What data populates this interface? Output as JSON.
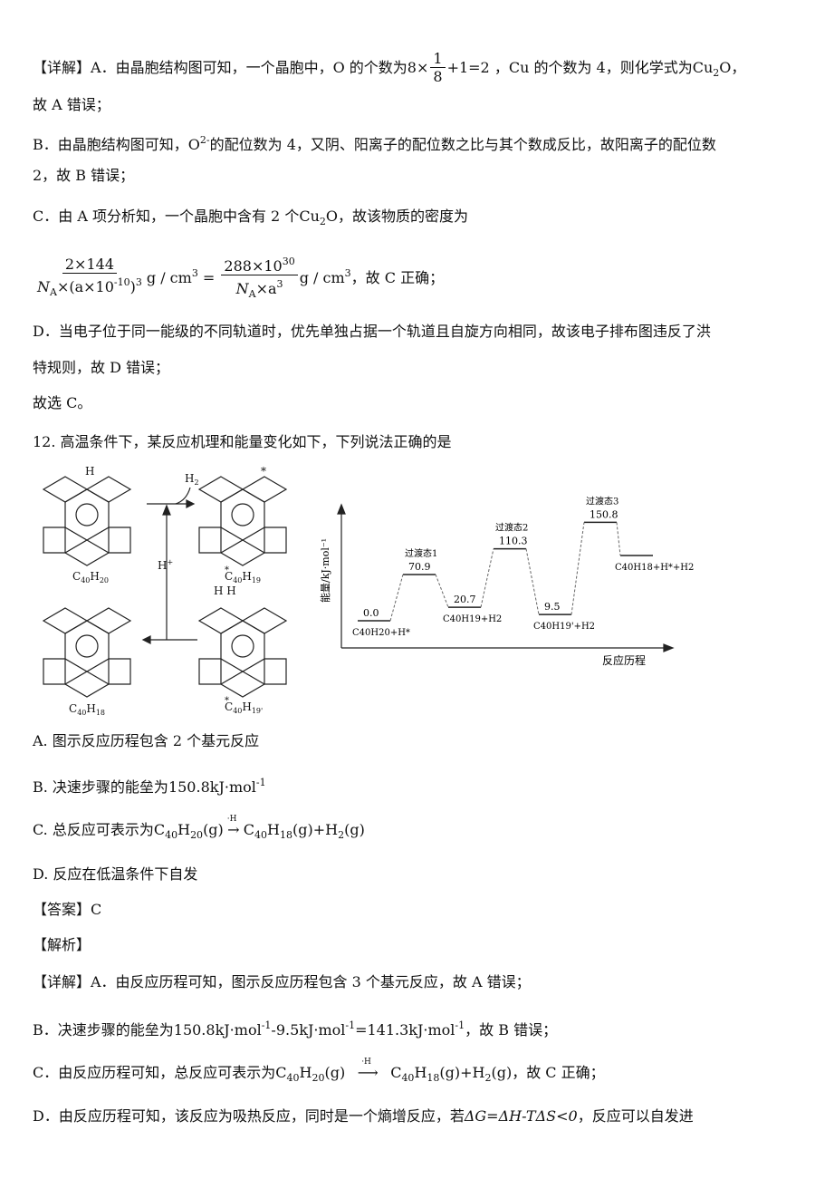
{
  "p1": {
    "tag": "【详解】",
    "a1": "A．由晶胞结构图可知，一个晶胞中，O 的个数为",
    "expr": "8×",
    "f_num": "1",
    "f_den": "8",
    "a2": "+1=2 ，Cu 的个数为 4，则化学式为",
    "formula": "Cu",
    "formula_sub": "2",
    "formula_tail": "O，",
    "a3": "故 A 错误；"
  },
  "pB": {
    "l1a": "B．由晶胞结构图可知，O",
    "sup": "2-",
    "l1b": "的配位数为 4，又阴、阳离子的配位数之比与其个数成反比，故阳离子的配位数",
    "l2": "2，故 B 错误；"
  },
  "pC": {
    "l1a": "C．由 A 项分析知，一个晶胞中含有 2 个",
    "formula": "Cu",
    "formula_sub": "2",
    "l1b": "O，故该物质的密度为",
    "num1": "2×144",
    "den1a": "N",
    "den1sub": "A",
    "den1b": "×(a×10",
    "den1sup": "-10",
    "den1c": ")",
    "den1sup2": "3",
    "unit": "g / cm",
    "unit_sup": "3",
    "eq": "=",
    "num2": "288×10",
    "num2sup": "30",
    "den2a": "N",
    "den2sub": "A",
    "den2b": "×a",
    "den2sup": "3",
    "tail": "，故 C 正确；"
  },
  "pD": {
    "l1": "D．当电子位于同一能级的不同轨道时，优先单独占据一个轨道且自旋方向相同，故该电子排布图违反了洪",
    "l2": "特规则，故 D 错误；",
    "l3": "故选 C。"
  },
  "q12": {
    "stem": "12. 高温条件下，某反应机理和能量变化如下，下列说法正确的是",
    "mech": {
      "h_label": "H",
      "h2_label": "H",
      "h2_sub": "2",
      "hplus": "H",
      "hplus_sup": "+",
      "m1": "C",
      "m1_s1": "40",
      "m1_m": "H",
      "m1_s2": "20",
      "m2": "C",
      "m2_s1": "40",
      "m2_m": "H",
      "m2_s2": "19",
      "m3": "C",
      "m3_s1": "40",
      "m3_m": "H",
      "m3_s2": "19'",
      "m4": "C",
      "m4_s1": "40",
      "m4_m": "H",
      "m4_s2": "18",
      "hh_label": "H  H",
      "star": "*"
    },
    "energy": {
      "ylabel": "能量/kJ·mol⁻¹",
      "xlabel": "反应历程",
      "levels": [
        {
          "value": "0.0",
          "label": "C40H20+H*"
        },
        {
          "value": "70.9",
          "label": "过渡态1"
        },
        {
          "value": "20.7",
          "label": "C40H19+H2"
        },
        {
          "value": "110.3",
          "label": "过渡态2"
        },
        {
          "value": "9.5",
          "label": "C40H19'+H2"
        },
        {
          "value": "150.8",
          "label": "过渡态3"
        },
        {
          "value": "",
          "label": "C40H18+H*+H2"
        }
      ]
    }
  },
  "options": {
    "A": "A. 图示反应历程包含 2 个基元反应",
    "B_a": "B. 决速步骤的能垒为",
    "B_val": "150.8kJ·mol",
    "B_sup": "-1",
    "C_a": "C. 总反应可表示为",
    "C_over": "·H",
    "D": "D. 反应在低温条件下自发"
  },
  "answer": "【答案】C",
  "analysis": "【解析】",
  "detail": {
    "A": "【详解】A．由反应历程可知，图示反应历程包含 3 个基元反应，故 A 错误；",
    "B_a": "B．决速步骤的能垒为",
    "B_b": "150.8kJ·mol",
    "B_sup1": "-1",
    "B_c": "-9.5kJ·mol",
    "B_sup2": "-1",
    "B_d": "=141.3kJ·mol",
    "B_sup3": "-1",
    "B_e": "，故 B 错误；",
    "C_a": "C．由反应历程可知，总反应可表示为",
    "C_over": "·H",
    "C_tail": "，故 C 正确；",
    "D_a": "D．由反应历程可知，该反应为吸热反应，同时是一个熵增反应，若",
    "D_expr": "ΔG=ΔH-TΔS<0",
    "D_b": "，反应可以自发进"
  }
}
